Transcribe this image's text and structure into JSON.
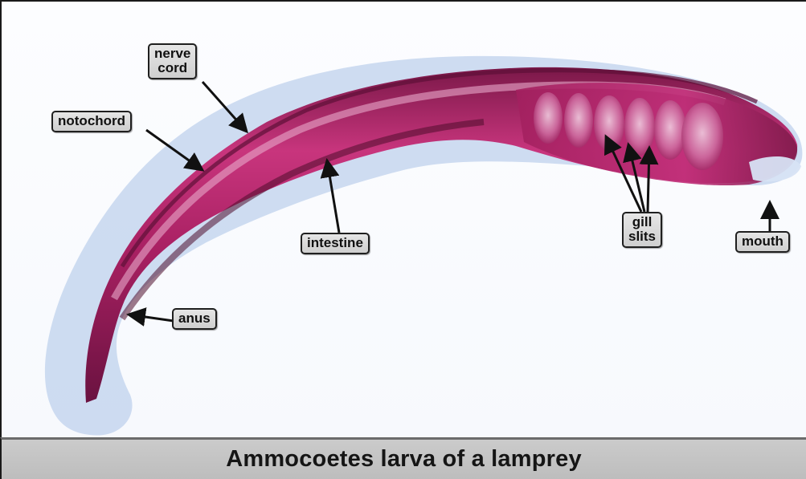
{
  "labels": {
    "nerve_cord": "nerve\ncord",
    "notochord": "notochord",
    "intestine": "intestine",
    "anus": "anus",
    "gill_slits": "gill\nslits",
    "mouth": "mouth"
  },
  "caption": "Ammocoetes larva of a lamprey",
  "colors": {
    "body_tissue": "#b0246a",
    "body_dark": "#6e1440",
    "translucent_fin": "#b9cbe6",
    "label_fill": "#d9d9d9",
    "caption_bar": "#c4c4c4"
  }
}
